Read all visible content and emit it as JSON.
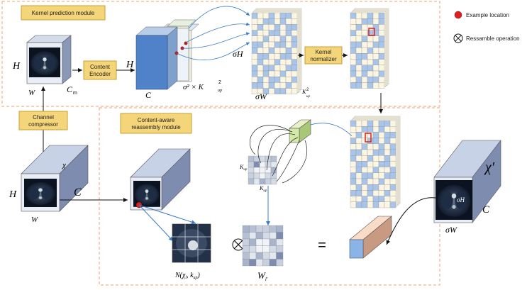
{
  "modules": {
    "kernel_prediction": "Kernel prediction module",
    "reassembly_line1": "Content-aware",
    "reassembly_line2": "reassembly module"
  },
  "boxes": {
    "content_encoder_line1": "Content",
    "content_encoder_line2": "Encoder",
    "kernel_normalizer_line1": "Kernel",
    "kernel_normalizer_line2": "normalizer",
    "channel_compressor_line1": "Channel",
    "channel_compressor_line2": "compressor"
  },
  "legend": {
    "example_location": "Example location",
    "reassemble_operation": "Ressamble operation"
  },
  "labels": {
    "H": "H",
    "W": "W",
    "C": "C",
    "C_m": "C",
    "C_m_sub": "m",
    "chi": "χ",
    "chi_prime": "χ′",
    "sigmaH": "σH",
    "sigmaW": "σW",
    "sigma_sq_K": "σ² × K",
    "K_sub": "up",
    "K_sup": "2",
    "K2": "K",
    "Kup": "K",
    "N_func": "N(χ",
    "N_sub": "l",
    "N_rest": ", k",
    "N_sub2": "up",
    "N_close": ")",
    "W_l": "W",
    "W_l_sub": "l′",
    "equals": "=",
    "otimes": "⊗"
  },
  "colors": {
    "module_border": "#f0a070",
    "yellow_box": "#f5d57a",
    "yellow_border": "#c8a030",
    "grid_blue": "#a8c4e8",
    "grid_cream": "#fbf6e4",
    "example_red": "#e02020",
    "arrow_blue": "#3a7cc8"
  }
}
